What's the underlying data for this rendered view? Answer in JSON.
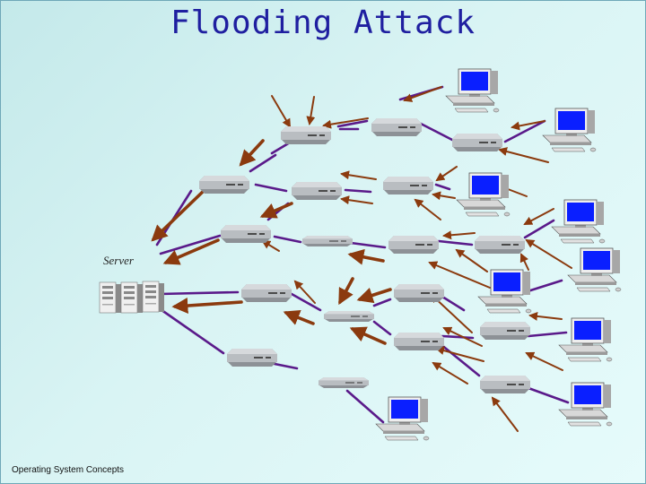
{
  "title": "Flooding Attack",
  "server_label": "Server",
  "footer": "Operating System Concepts",
  "colors": {
    "title": "#1f1fa0",
    "link": "#5a1a8a",
    "arrow": "#8b3a0e",
    "monitor_screen": "#0a1fff"
  },
  "icons": [
    "server-rack-icon",
    "router-icon",
    "computer-icon"
  ]
}
